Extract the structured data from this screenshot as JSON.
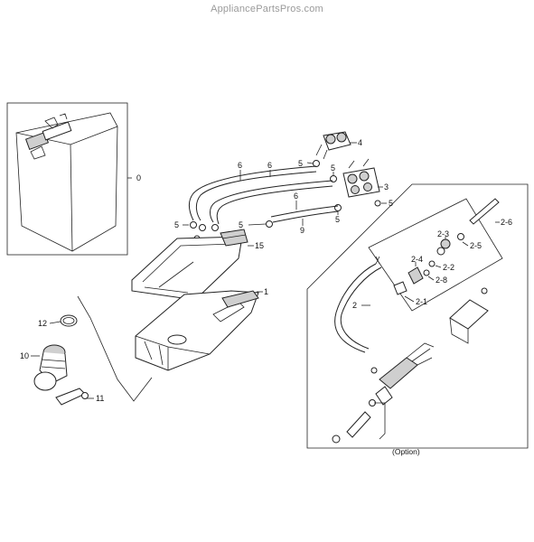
{
  "watermark": "AppliancePartsPros.com",
  "callouts": {
    "c0": "0",
    "c1": "1",
    "c2": "2",
    "c2_1": "2-1",
    "c2_2": "2-2",
    "c2_3": "2-3",
    "c2_4": "2-4",
    "c2_5": "2-5",
    "c2_6": "2-6",
    "c2_8": "2-8",
    "c3": "3",
    "c4": "4",
    "c5a": "5",
    "c5b": "5",
    "c5c": "5",
    "c5d": "5",
    "c5e": "5",
    "c5f": "5",
    "c6a": "6",
    "c6b": "6",
    "c6c": "6",
    "c9": "9",
    "c10": "10",
    "c11": "11",
    "c12": "12",
    "c15": "15"
  },
  "option_label": "(Option)"
}
